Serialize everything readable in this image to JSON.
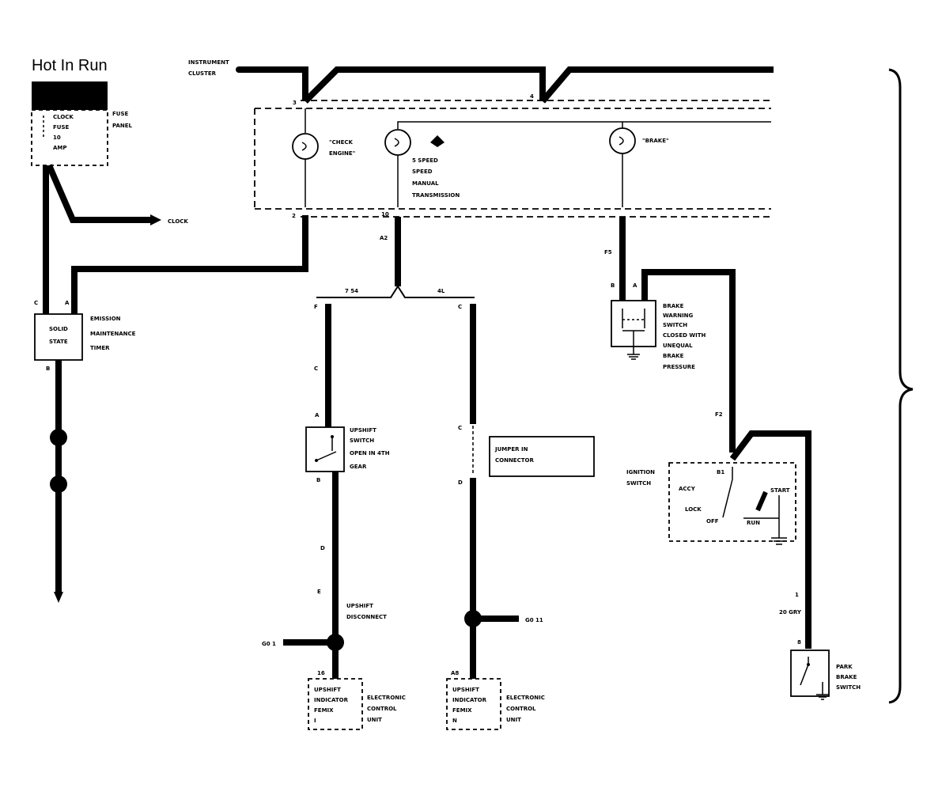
{
  "title": "Hot In Run",
  "fuse_panel": {
    "lines": [
      "CLOCK",
      "FUSE",
      "10",
      "AMP"
    ],
    "side": [
      "FUSE",
      "PANEL"
    ]
  },
  "labels": {
    "instrument_cluster": [
      "INSTRUMENT",
      "CLUSTER"
    ],
    "clock": "CLOCK",
    "check_engine": [
      "\"CHECK",
      "ENGINE\""
    ],
    "speed": [
      "5 SPEED",
      "SPEED",
      "MANUAL",
      "TRANSMISSION"
    ],
    "brake_lamp": "\"BRAKE\"",
    "solid_state": [
      "SOLID",
      "STATE"
    ],
    "emission_timer": [
      "EMISSION",
      "MAINTENANCE",
      "TIMER"
    ],
    "brake_switch": [
      "BRAKE",
      "WARNING",
      "SWITCH",
      "CLOSED WITH",
      "UNEQUAL",
      "BRAKE",
      "PRESSURE"
    ],
    "upshift_switch": [
      "UPSHIFT",
      "SWITCH",
      "OPEN IN 4TH",
      "GEAR"
    ],
    "jumper": [
      "JUMPER IN",
      "CONNECTOR"
    ],
    "ignition_switch": [
      "IGNITION",
      "SWITCH"
    ],
    "ign_positions": {
      "accy": "ACCY",
      "lock": "LOCK",
      "off": "OFF",
      "run": "RUN",
      "start": "START"
    },
    "upshift_disconnect": [
      "UPSHIFT",
      "DISCONNECT"
    ],
    "ecm_left": [
      "UPSHIFT",
      "INDICATOR",
      "FEMIX",
      "I"
    ],
    "ecm_right": [
      "UPSHIFT",
      "INDICATOR",
      "FEMIX",
      "N"
    ],
    "ecu_side": [
      "ELECTRONIC",
      "CONTROL",
      "UNIT"
    ],
    "park_brake": [
      "PARK",
      "BRAKE",
      "SWITCH"
    ],
    "wire_20gry": "20 GRY",
    "splice_left": "G0 1",
    "splice_right": "G0 11",
    "branch_left": "7 54",
    "branch_right": "4L"
  },
  "pins": {
    "c3": "3",
    "c4": "4",
    "c2": "2",
    "c10": "10",
    "a2": "A2",
    "timer_c": "C",
    "timer_a": "A",
    "timer_b": "B",
    "f": "F",
    "c_mid": "C",
    "a_sw": "A",
    "b_sw": "B",
    "d1": "D",
    "e": "E",
    "c_right": "C",
    "c_j": "C",
    "d_j": "D",
    "f5": "F5",
    "b_bs": "B",
    "a_bs": "A",
    "f2": "F2",
    "b1": "B1",
    "p1": "1",
    "p8": "8",
    "ecm16": "16",
    "ecmA8": "A8"
  }
}
